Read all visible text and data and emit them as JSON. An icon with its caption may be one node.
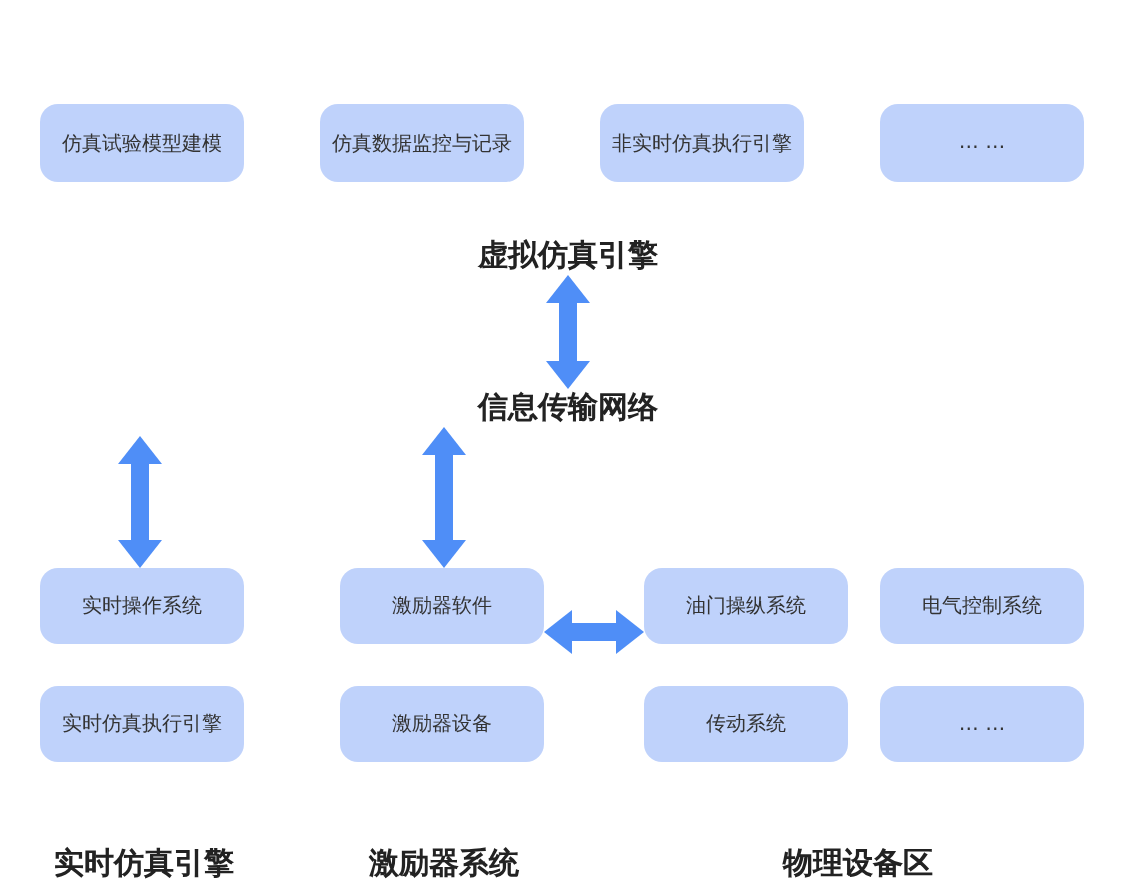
{
  "diagram": {
    "nodes": [
      {
        "text": [
          "仿真试验模型建模"
        ]
      },
      {
        "text": [
          "仿真数据监控与记录"
        ]
      },
      {
        "text": [
          "非实时仿真执行引擎"
        ]
      },
      {
        "text": [
          "… …"
        ]
      },
      {
        "text": [
          "虚拟仿真引擎"
        ]
      },
      {
        "text": [
          "信息传输网络"
        ]
      },
      {
        "text": [
          "实时操作系统"
        ]
      },
      {
        "text": [
          "激励器软件"
        ]
      },
      {
        "text": [
          "油门操纵系统"
        ]
      },
      {
        "text": [
          "电气控制系统"
        ]
      },
      {
        "text": [
          "实时仿真执行引擎"
        ]
      },
      {
        "text": [
          "激励器设备"
        ]
      },
      {
        "text": [
          "传动系统"
        ]
      },
      {
        "text": [
          "… …"
        ]
      },
      {
        "text": [
          "实时仿真引擎"
        ]
      },
      {
        "text": [
          "激励器系统"
        ]
      },
      {
        "text": [
          "物理设备区"
        ]
      }
    ],
    "edges": [
      {
        "from": 4,
        "to": 5,
        "arrow": "both"
      },
      {
        "from": null,
        "to": 6,
        "arrow": "both"
      },
      {
        "from": 5,
        "to": 7,
        "arrow": "both"
      },
      {
        "from": 7,
        "to": 8,
        "arrow": "both"
      }
    ]
  }
}
